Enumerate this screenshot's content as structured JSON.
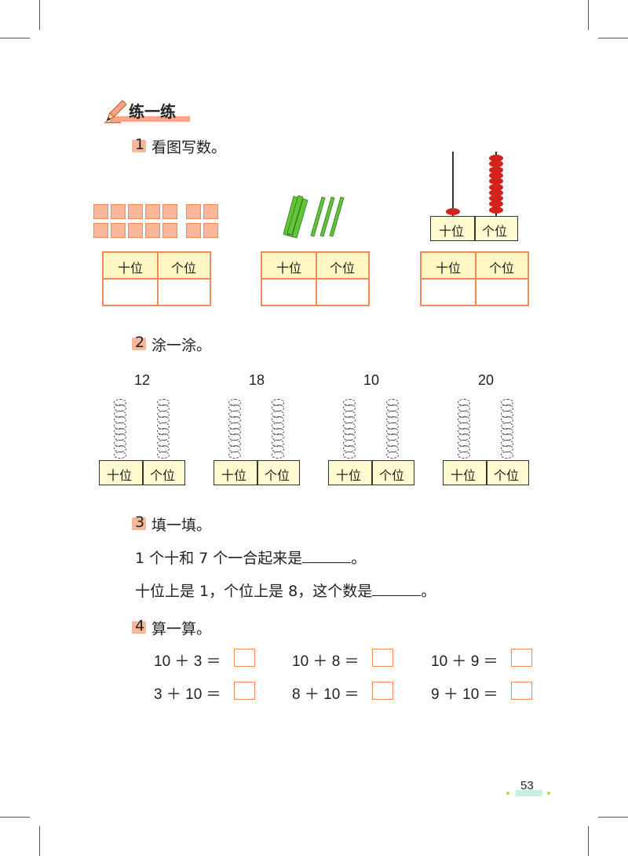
{
  "section_title": "练一练",
  "q1": {
    "num": "1",
    "text": "看图写数。"
  },
  "q2": {
    "num": "2",
    "text": "涂一涂。"
  },
  "q3": {
    "num": "3",
    "text": "填一填。",
    "line1_before": "1 个十和 7 个一合起来是",
    "line1_after": "。",
    "line2_before": "十位上是 1，个位上是 8，这个数是",
    "line2_after": "。"
  },
  "q4": {
    "num": "4",
    "text": "算一算。"
  },
  "labels": {
    "tens": "十位",
    "ones": "个位"
  },
  "abacus_numbers": [
    "12",
    "18",
    "10",
    "20"
  ],
  "equations": [
    [
      "10 ＋ 3 ＝",
      "10 ＋ 8 ＝",
      "10 ＋ 9 ＝"
    ],
    [
      "3 ＋ 10 ＝",
      "8 ＋ 10 ＝",
      "9 ＋ 10 ＝"
    ]
  ],
  "page_number": "53",
  "colors": {
    "accent": "#f08a5d",
    "fill": "#fbb79a",
    "header": "#fff7c4",
    "bead": "#d1221c",
    "stick": "#63c33a"
  }
}
